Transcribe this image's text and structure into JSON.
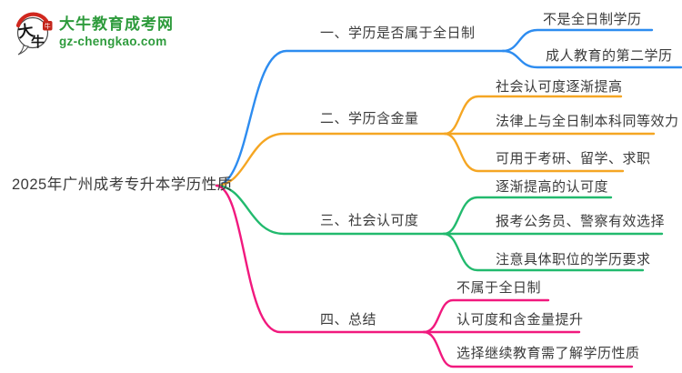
{
  "logo": {
    "site_name": "大牛教育成考网",
    "site_domain": "gz-chengkao.com",
    "mark_char_top": "大",
    "mark_char_bottom": "牛",
    "logo_green": "#2e9b3c",
    "logo_red": "#d0271e"
  },
  "colors": {
    "text": "#3b3b3b",
    "blue": "#2d8cf0",
    "orange": "#f5a623",
    "green": "#22ba6e",
    "pink": "#f1197e"
  },
  "mindmap": {
    "root": "2025年广州成考专升本学历性质",
    "branches": [
      {
        "label": "一、学历是否属于全日制",
        "color": "#2d8cf0",
        "children": [
          "不是全日制学历",
          "成人教育的第二学历"
        ]
      },
      {
        "label": "二、学历含金量",
        "color": "#f5a623",
        "children": [
          "社会认可度逐渐提高",
          "法律上与全日制本科同等效力",
          "可用于考研、留学、求职"
        ]
      },
      {
        "label": "三、社会认可度",
        "color": "#22ba6e",
        "children": [
          "逐渐提高的认可度",
          "报考公务员、警察有效选择",
          "注意具体职位的学历要求"
        ]
      },
      {
        "label": "四、总结",
        "color": "#f1197e",
        "children": [
          "不属于全日制",
          "认可度和含金量提升",
          "选择继续教育需了解学历性质"
        ]
      }
    ]
  }
}
